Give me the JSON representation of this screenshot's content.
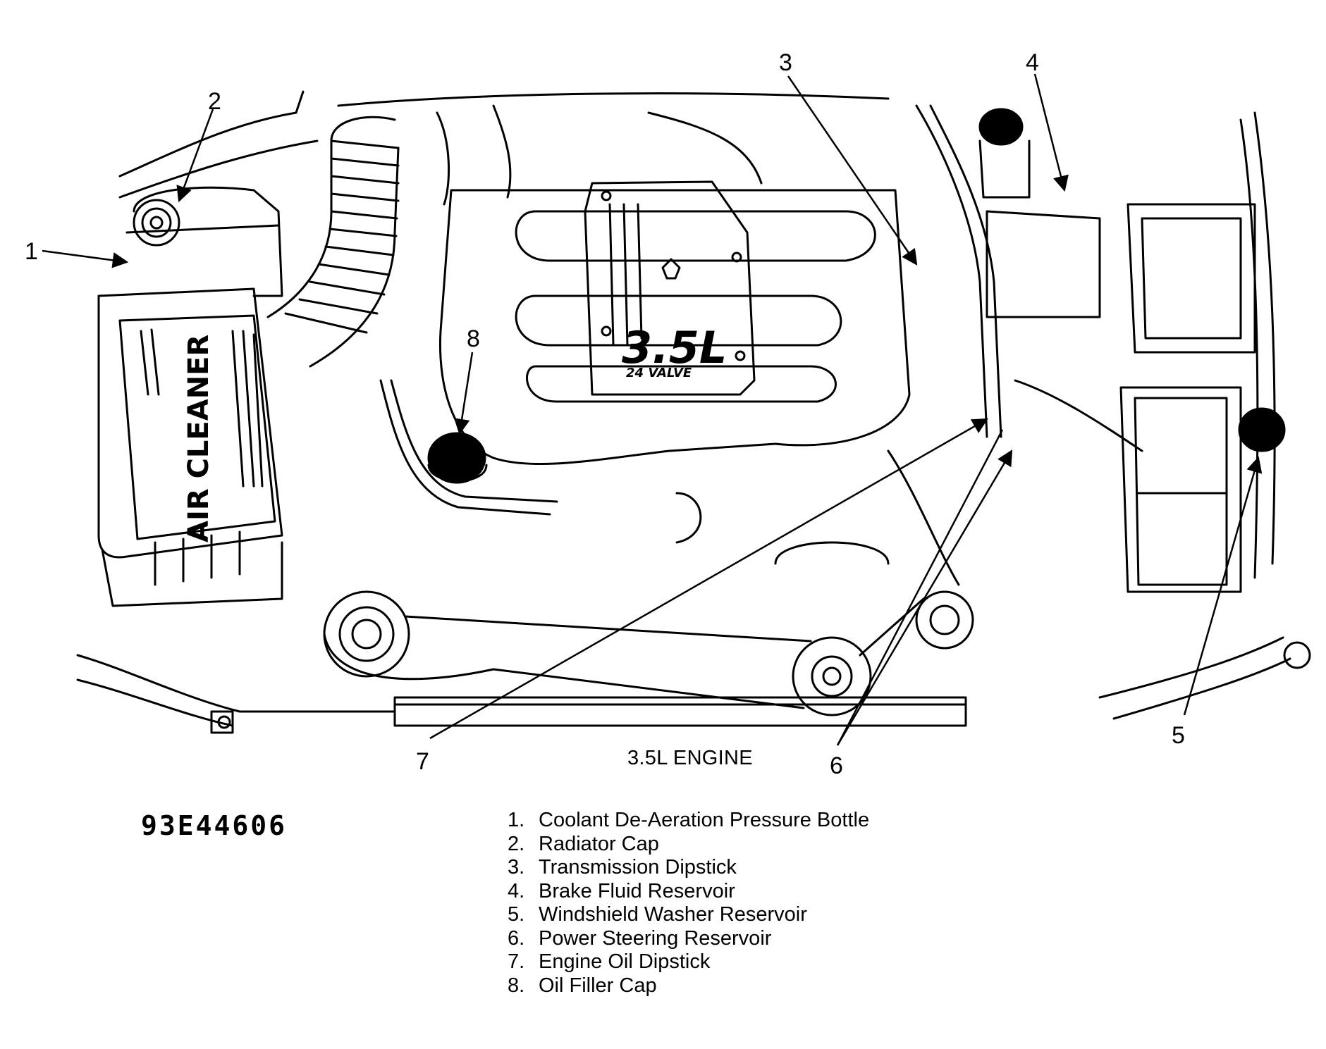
{
  "diagram": {
    "engine_label": "3.5L",
    "engine_sublabel": "24 VALVE",
    "air_cleaner_label": "AIR CLEANER",
    "caption": "3.5L ENGINE",
    "figure_code": "93E44606",
    "callouts": [
      "1",
      "2",
      "3",
      "4",
      "5",
      "6",
      "7",
      "8"
    ]
  },
  "legend": [
    {
      "num": "1.",
      "label": "Coolant De-Aeration Pressure Bottle"
    },
    {
      "num": "2.",
      "label": "Radiator Cap"
    },
    {
      "num": "3.",
      "label": "Transmission Dipstick"
    },
    {
      "num": "4.",
      "label": "Brake Fluid Reservoir"
    },
    {
      "num": "5.",
      "label": "Windshield Washer Reservoir"
    },
    {
      "num": "6.",
      "label": "Power Steering Reservoir"
    },
    {
      "num": "7.",
      "label": "Engine Oil Dipstick"
    },
    {
      "num": "8.",
      "label": "Oil Filler Cap"
    }
  ]
}
